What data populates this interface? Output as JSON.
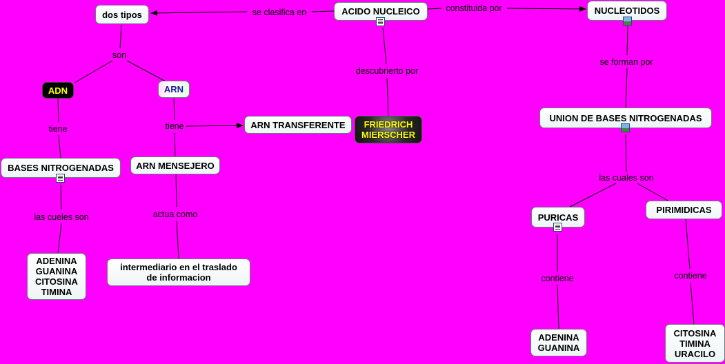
{
  "nodes": {
    "acido_nucleico": "ACIDO NUCLEICO",
    "dos_tipos": "dos tipos",
    "nucleotidos": "NUCLEOTIDOS",
    "adn": "ADN",
    "arn": "ARN",
    "friedrich": "FRIEDRICH\nMIERSCHER",
    "arn_transferente": "ARN TRANSFERENTE",
    "union_bases": "UNION DE BASES NITROGENADAS",
    "bases_nitrogenadas": "BASES NITROGENADAS",
    "arn_mensajero": "ARN MENSEJERO",
    "puricas": "PURICAS",
    "pirimidicas": "PIRIMIDICAS",
    "adenina_guanina_citosina_timina": "ADENINA\nGUANINA\nCITOSINA\nTIMINA",
    "intermediario": "intermediario en el traslado\nde informacion",
    "adenina_guanina": "ADENINA\nGUANINA",
    "citosina_timina_uracilo": "CITOSINA\nTIMINA\nURACILO"
  },
  "links": {
    "se_clasifica_en": "se clasifica en",
    "constituida_por": "constituida por",
    "son": "son",
    "descubrierto_por": "descubrierto por",
    "se_forman_por": "se forman por",
    "tiene_adn": "tiene",
    "tiene_arn": "tiene",
    "las_cueles_son": "las cueles son",
    "actua_como": "actua como",
    "las_cuales_son": "las cuales son",
    "contiene_puricas": "contiene",
    "contiene_pirimidicas": "contiene"
  },
  "colors": {
    "background": "#ff00ff",
    "node_fill": "#ffffff",
    "node_border": "#6b7a80",
    "highlight_text": "#ffff00"
  },
  "icons": [
    "document-icon",
    "image-icon"
  ]
}
